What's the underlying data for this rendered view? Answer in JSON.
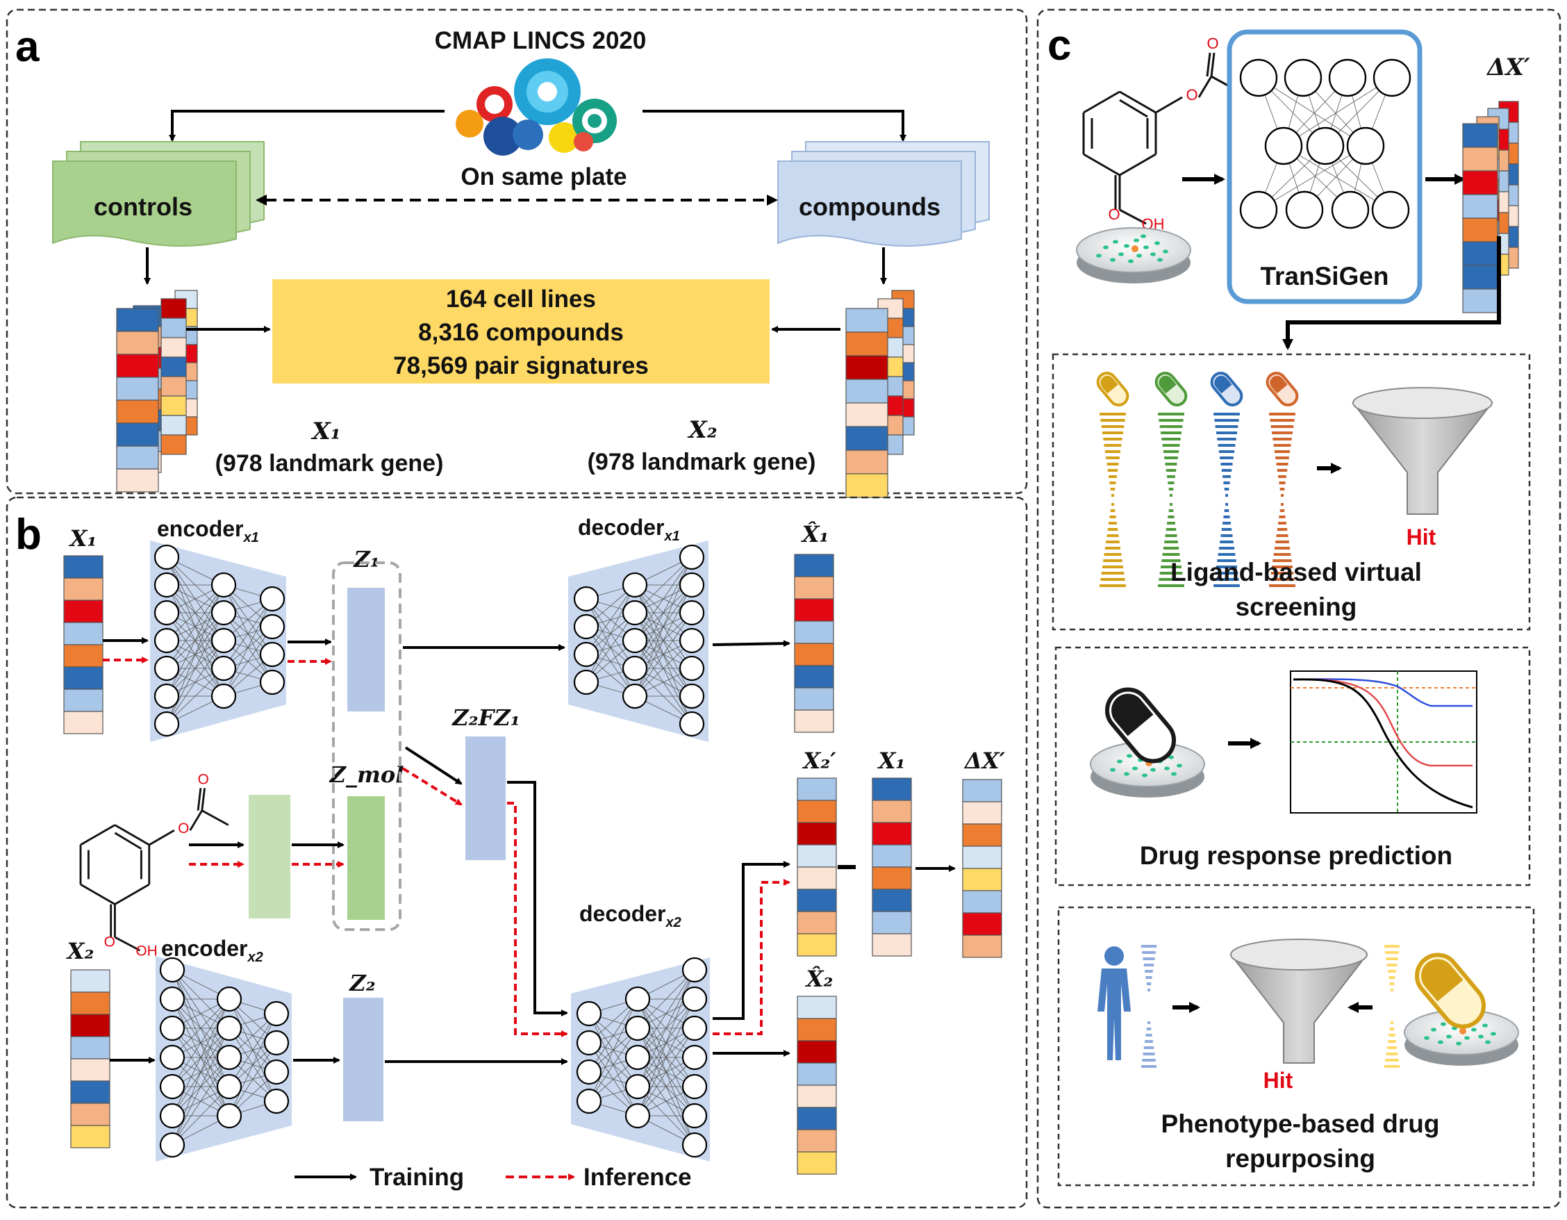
{
  "panels": {
    "a": {
      "letter": "a",
      "source_title": "CMAP LINCS 2020",
      "plate_label": "On same plate",
      "controls_label": "controls",
      "compounds_label": "compounds",
      "stats": [
        "164 cell lines",
        "8,316 compounds",
        "78,569 pair signatures"
      ],
      "x1_sub": "(978 landmark gene)",
      "x2_sub": "(978 landmark gene)"
    },
    "b": {
      "letter": "b",
      "encoder_x1": "encoder",
      "encoder_x1_sub": "x1",
      "encoder_x2": "encoder",
      "encoder_x2_sub": "x2",
      "decoder_x1": "decoder",
      "decoder_x1_sub": "x1",
      "decoder_x2": "decoder",
      "decoder_x2_sub": "x2",
      "legend_training": "Training",
      "legend_inference": "Inference"
    },
    "c": {
      "letter": "c",
      "model_name": "TranSiGen",
      "delta_label": "ΔX′",
      "screening_title_1": "Ligand-based virtual",
      "screening_title_2": "screening",
      "hit_label": "Hit",
      "response_title": "Drug response prediction",
      "repurposing_title_1": "Phenotype-based drug",
      "repurposing_title_2": "repurposing",
      "hit_label_2": "Hit"
    }
  },
  "math_labels": {
    "X1": "X₁",
    "X2": "X₂",
    "Z1": "Z₁",
    "Z2": "Z₂",
    "Zmol": "Z_mol",
    "Z2FZ1": "Z₂FZ₁",
    "X1hat": "X̂₁",
    "X2hat": "X̂₂",
    "X2prime": "X₂′",
    "deltaX": "ΔX′"
  },
  "molecule_atoms": {
    "O_ester": "O",
    "O_carbonyl": "O",
    "O_acid": "O",
    "OH": "OH"
  },
  "colors": {
    "dark_blue": "#2e6db4",
    "light_blue": "#a8c6e8",
    "pale_blue": "#d6e5f3",
    "red": "#e30613",
    "dark_red": "#c00000",
    "orange": "#ed7d31",
    "peach": "#f4b183",
    "pale_peach": "#fbe3d6",
    "yellow": "#ffd966",
    "stats_box": "#ffd966",
    "latent_box": "#b4c7e7",
    "mol_box": "#a9d18e",
    "mol_box_light": "#c5e0b4",
    "network_bg": "#c9d8ee",
    "tansigen_border": "#5b9bd5",
    "hit": "#e30613",
    "inference_arrow": "#e30613"
  },
  "column_colors": {
    "x1": [
      "#2e6db4",
      "#f4b183",
      "#e30613",
      "#a8c6e8",
      "#ed7d31",
      "#2e6db4",
      "#a8c6e8",
      "#fbe3d6"
    ],
    "x2": [
      "#d6e5f3",
      "#ed7d31",
      "#c00000",
      "#a8c6e8",
      "#fbe3d6",
      "#2e6db4",
      "#f4b183",
      "#ffd966"
    ],
    "x2prime": [
      "#a8c6e8",
      "#ed7d31",
      "#c00000",
      "#d6e5f3",
      "#fbe3d6",
      "#2e6db4",
      "#f4b183",
      "#ffd966"
    ],
    "delta": [
      "#a8c6e8",
      "#fbe3d6",
      "#ed7d31",
      "#d6e5f3",
      "#ffd966",
      "#a8c6e8",
      "#e30613",
      "#f4b183"
    ]
  }
}
